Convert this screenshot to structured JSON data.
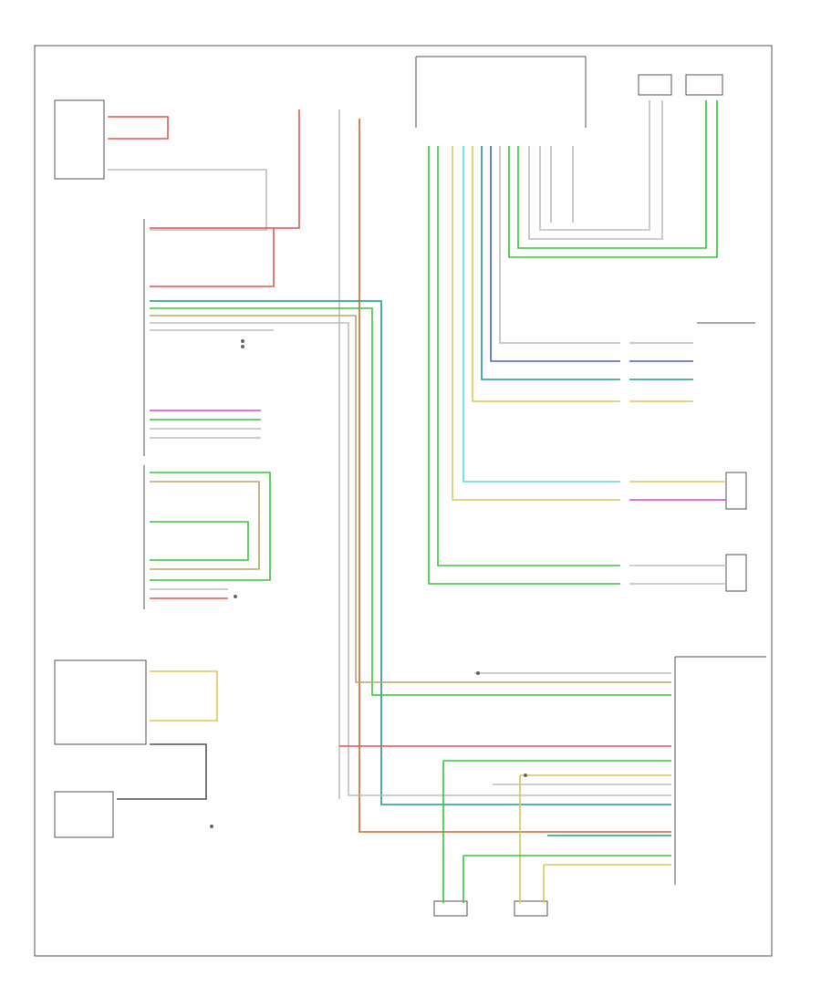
{
  "diagram": {
    "footer_code": "",
    "colors": {
      "red": "#e8544f",
      "green": "#37c837",
      "teal": "#1a9a8a",
      "blue": "#4a5fd0",
      "magenta": "#e040d0",
      "orange": "#d4622a",
      "tan": "#b9a66b",
      "yellow": "#d8c85a",
      "cyan": "#5fd8d8",
      "gray": "#bdbdbd",
      "dark": "#555555"
    },
    "components": [
      {
        "id": "amplifier",
        "label": ""
      },
      {
        "id": "radio",
        "label": ""
      },
      {
        "id": "left-front-speaker",
        "label": ""
      },
      {
        "id": "right-front-speaker",
        "label": ""
      },
      {
        "id": "left-rear-speaker",
        "label": ""
      },
      {
        "id": "right-rear-speaker",
        "label": ""
      },
      {
        "id": "speed-control-switch",
        "label": ""
      },
      {
        "id": "steering-column-module",
        "label": ""
      }
    ]
  }
}
